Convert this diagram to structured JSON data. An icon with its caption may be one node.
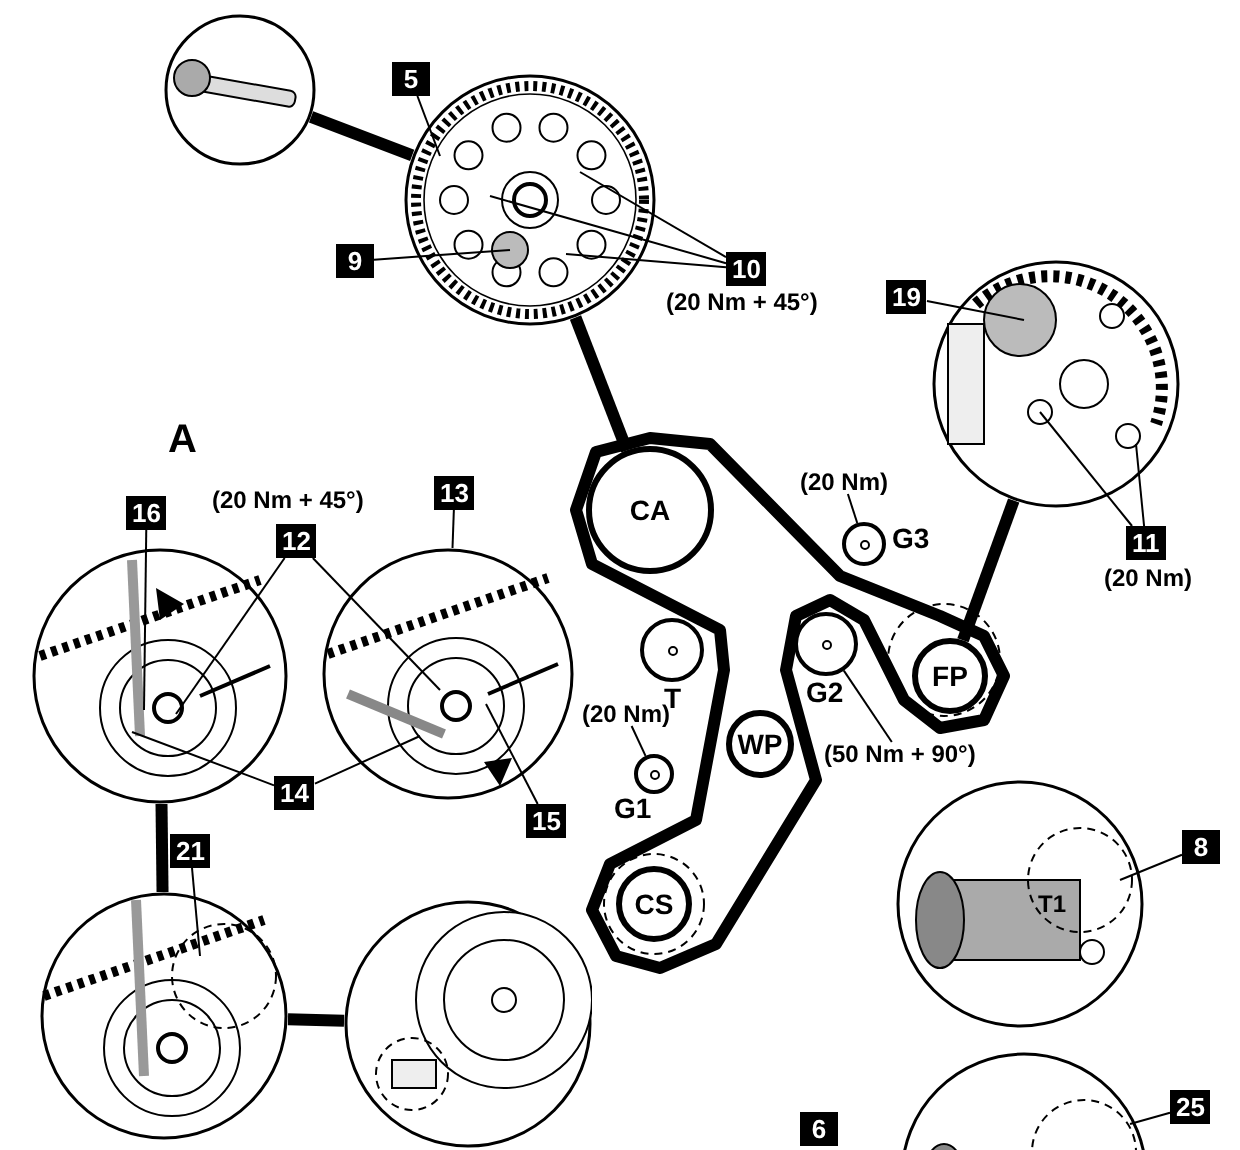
{
  "diagram": {
    "nodes": [
      {
        "text": [],
        "shape": "picture"
      },
      {
        "text": [],
        "shape": "picture"
      },
      {
        "text": [
          "5"
        ]
      },
      {
        "text": [
          "9"
        ]
      },
      {
        "text": [
          "10"
        ],
        "beside": [
          "(20 Nm + 45°)"
        ]
      },
      {
        "text": [],
        "shape": "picture"
      },
      {
        "text": [
          "19"
        ]
      },
      {
        "text": [
          "11"
        ],
        "beside": [
          "(20 Nm)"
        ]
      },
      {
        "text": [
          "CA"
        ]
      },
      {
        "text": [
          "G3"
        ]
      },
      {
        "text": [
          "(20 Nm)"
        ]
      },
      {
        "text": [
          "T"
        ]
      },
      {
        "text": [
          "G2"
        ]
      },
      {
        "text": [
          "FP"
        ]
      },
      {
        "text": [
          "(20 Nm)"
        ]
      },
      {
        "text": [
          "G1"
        ]
      },
      {
        "text": [
          "WP"
        ]
      },
      {
        "text": [
          "(50 Nm + 90°)"
        ]
      },
      {
        "text": [
          "CS"
        ]
      },
      {
        "text": [],
        "shape": "picture"
      },
      {
        "text": [],
        "shape": "picture"
      },
      {
        "text": [
          "16"
        ]
      },
      {
        "text": [
          "12"
        ],
        "beside": [
          "(20 Nm + 45°)"
        ]
      },
      {
        "text": [
          "13"
        ]
      },
      {
        "text": [
          "14"
        ]
      },
      {
        "text": [
          "15"
        ]
      },
      {
        "text": [],
        "shape": "picture"
      },
      {
        "text": [
          "21"
        ]
      },
      {
        "text": [],
        "shape": "picture"
      },
      {
        "text": [],
        "shape": "picture"
      },
      {
        "text": [
          "8"
        ]
      },
      {
        "text": [],
        "shape": "picture"
      },
      {
        "text": [
          "25"
        ]
      },
      {
        "text": [
          "6"
        ]
      }
    ],
    "edges": [
      {
        "from": 0,
        "to": 1,
        "arrow": "none",
        "style": "thick"
      },
      {
        "from": 2,
        "to": 1,
        "arrow": "none"
      },
      {
        "from": 3,
        "to": 1,
        "arrow": "none"
      },
      {
        "from": 4,
        "to": 1,
        "arrow": "none"
      },
      {
        "from": 4,
        "to": 1,
        "arrow": "none"
      },
      {
        "from": 4,
        "to": 1,
        "arrow": "none"
      },
      {
        "from": 1,
        "to": 8,
        "arrow": "none",
        "style": "thick"
      },
      {
        "from": 6,
        "to": 5,
        "arrow": "none"
      },
      {
        "from": 7,
        "to": 5,
        "arrow": "none"
      },
      {
        "from": 7,
        "to": 5,
        "arrow": "none"
      },
      {
        "from": 5,
        "to": 13,
        "arrow": "none",
        "style": "thick"
      },
      {
        "from": 10,
        "to": 9,
        "arrow": "none"
      },
      {
        "from": 14,
        "to": 15,
        "arrow": "none"
      },
      {
        "from": 17,
        "to": 12,
        "arrow": "none"
      },
      {
        "from": 21,
        "to": 19,
        "arrow": "none"
      },
      {
        "from": 22,
        "to": 19,
        "arrow": "none"
      },
      {
        "from": 22,
        "to": 20,
        "arrow": "none"
      },
      {
        "from": 23,
        "to": 20,
        "arrow": "none"
      },
      {
        "from": 24,
        "to": 19,
        "arrow": "none"
      },
      {
        "from": 24,
        "to": 20,
        "arrow": "none"
      },
      {
        "from": 25,
        "to": 20,
        "arrow": "none"
      },
      {
        "from": 19,
        "to": 26,
        "arrow": "none",
        "style": "thick"
      },
      {
        "from": 27,
        "to": 26,
        "arrow": "none"
      },
      {
        "from": 26,
        "to": 28,
        "arrow": "none",
        "style": "thick"
      },
      {
        "from": 30,
        "to": 29,
        "arrow": "none"
      },
      {
        "from": 32,
        "to": 31,
        "arrow": "none"
      }
    ],
    "labels": [
      "A",
      "T1"
    ]
  }
}
